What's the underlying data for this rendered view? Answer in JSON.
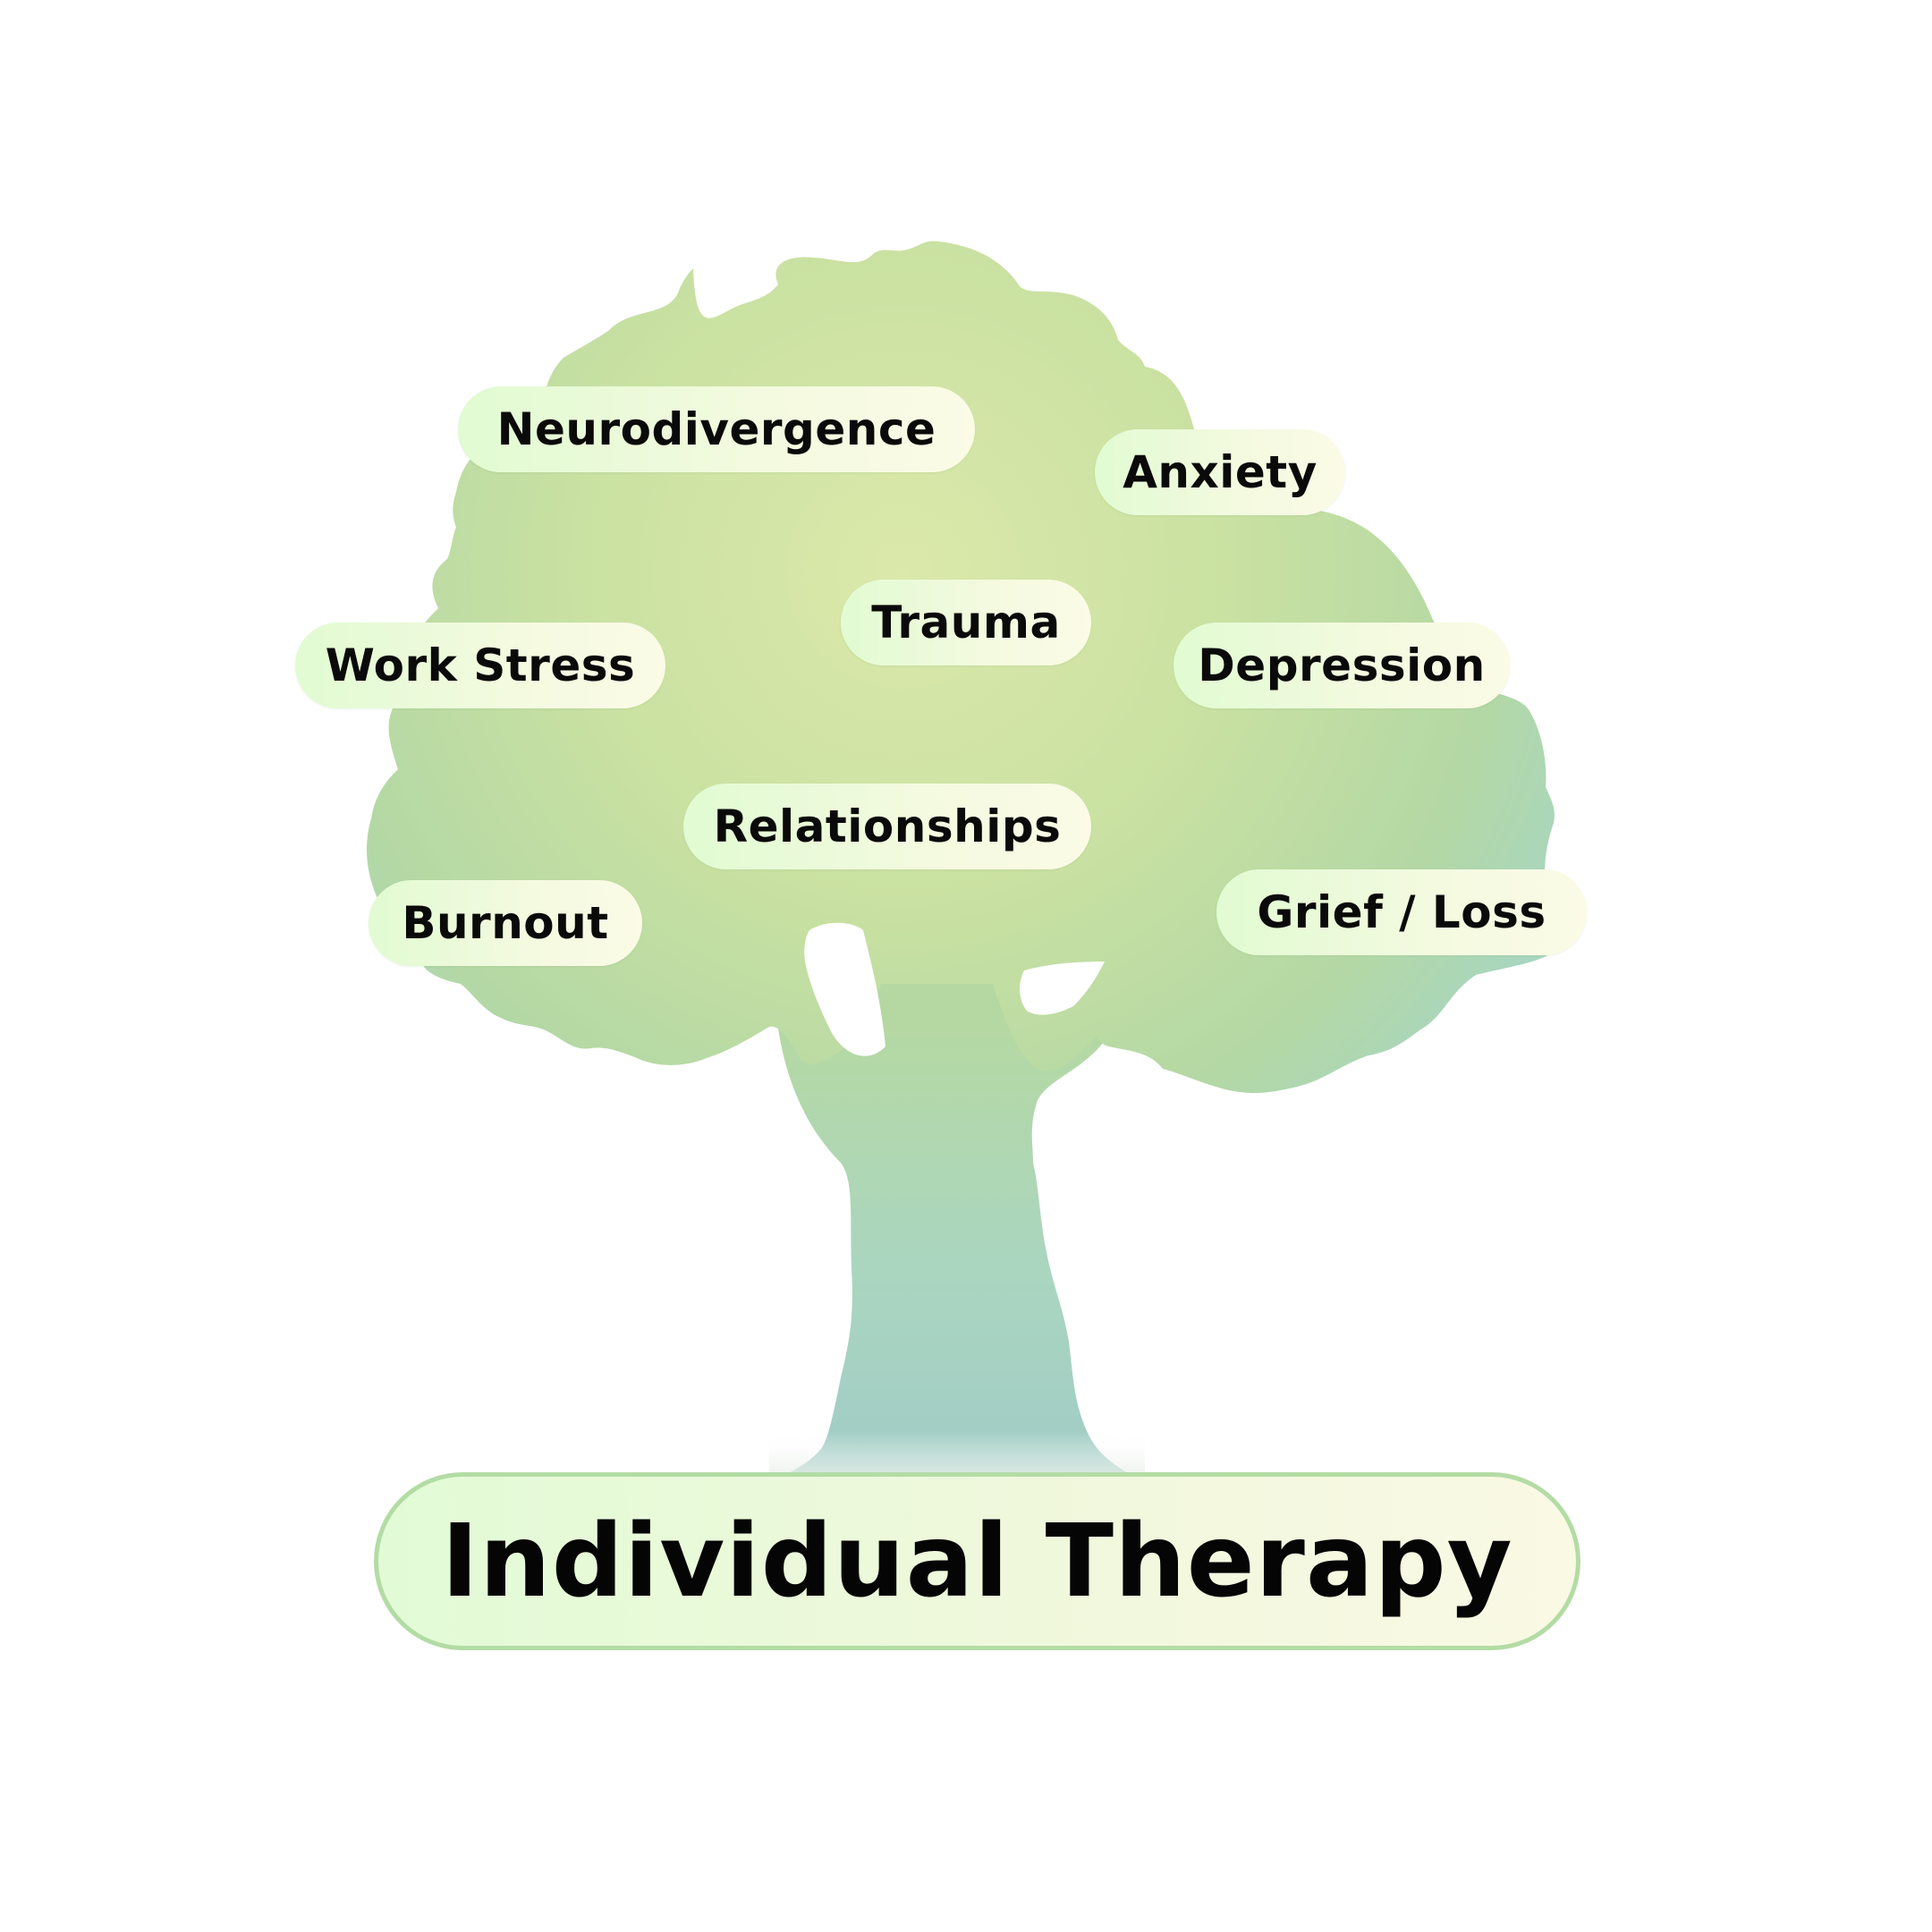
{
  "title": "Individual Therapy",
  "topics": [
    {
      "key": "neurodivergence",
      "label": "Neurodivergence"
    },
    {
      "key": "anxiety",
      "label": "Anxiety"
    },
    {
      "key": "trauma",
      "label": "Trauma"
    },
    {
      "key": "work-stress",
      "label": "Work Stress"
    },
    {
      "key": "depression",
      "label": "Depression"
    },
    {
      "key": "relationships",
      "label": "Relationships"
    },
    {
      "key": "burnout",
      "label": "Burnout"
    },
    {
      "key": "grief-loss",
      "label": "Grief / Loss"
    }
  ],
  "colors": {
    "foliage_light": "#d9e9aa",
    "foliage_mid": "#c7e0a2",
    "foliage_edge": "#a9d7bd",
    "trunk_top": "#b5d9a3",
    "trunk_bottom": "#a4d0c8",
    "pill_start": "#e1fbd2",
    "pill_end": "#fbfbe6",
    "banner_border": "#b3dca4",
    "text": "#0a0a0a"
  }
}
